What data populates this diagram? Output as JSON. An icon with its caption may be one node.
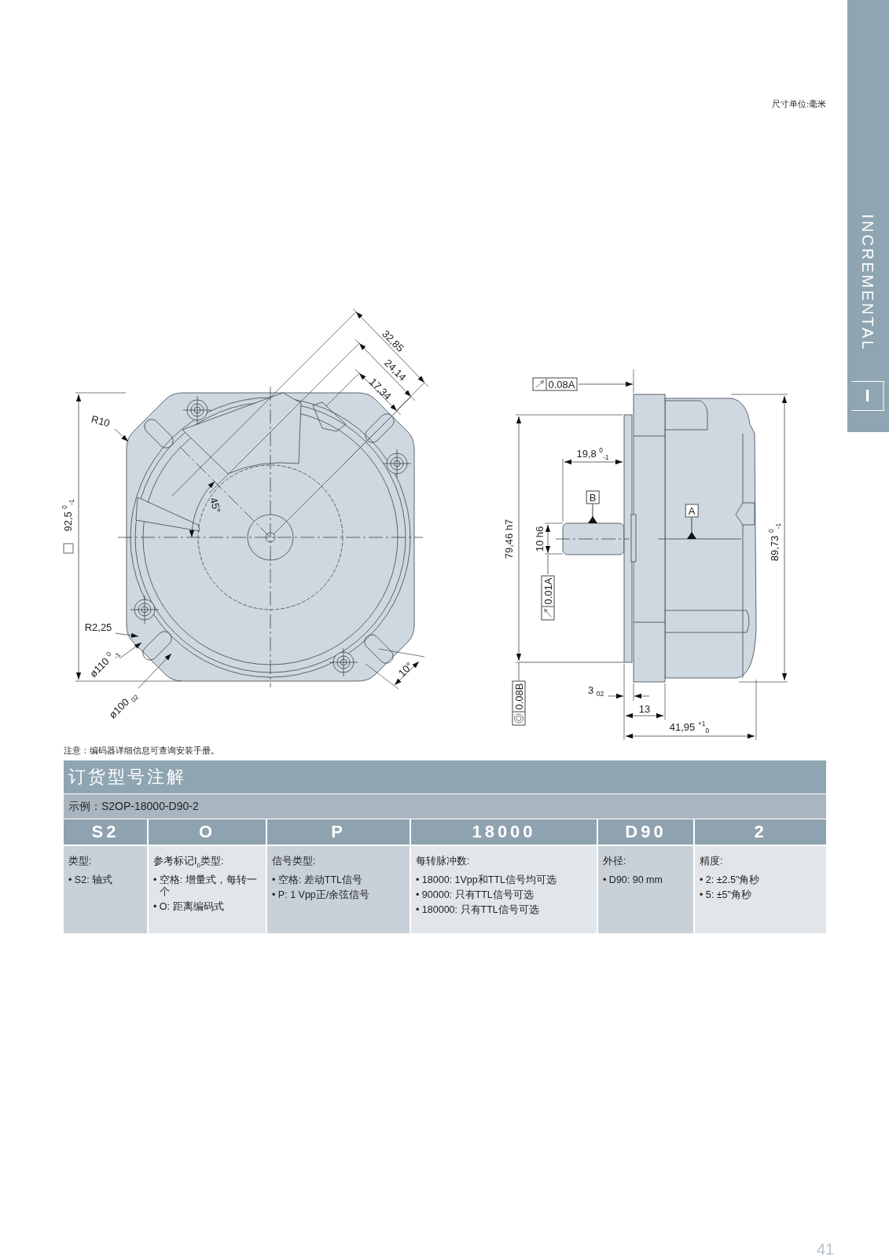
{
  "diagram": {
    "nodes": [
      {
        "text": [
          "R10"
        ]
      },
      {
        "text": [
          "R2,25"
        ]
      },
      {
        "text": [
          "ø110 $^{0}$$_{-1}$"
        ]
      },
      {
        "text": [
          "ø100 $_{02}$"
        ]
      },
      {
        "text": [
          "0.08A"
        ]
      },
      {
        "text": [
          "0.01A"
        ]
      },
      {
        "text": [
          "0.08B"
        ]
      },
      {
        "text": [],
        "shape": "picture"
      },
      {
        "text": [],
        "shape": "picture"
      }
    ],
    "edges": [
      {
        "from": 0,
        "to": 7,
        "arrow": "to"
      },
      {
        "from": 1,
        "to": 7,
        "arrow": "to"
      },
      {
        "from": 2,
        "to": 7,
        "arrow": "to"
      },
      {
        "from": 3,
        "to": 7,
        "arrow": "to"
      },
      {
        "from": 4,
        "to": 8,
        "arrow": "to"
      },
      {
        "from": 5,
        "to": 8,
        "arrow": "none"
      },
      {
        "from": 6,
        "to": 8,
        "arrow": "none"
      }
    ],
    "labels": [
      "尺寸单位:毫米",
      "INCREMENTAL",
      "I",
      "32,85",
      "24,14",
      "17,34",
      "45°",
      "92,5 $^{0}$$_{-1}$",
      "10°",
      "19,8 $^{0}$$_{-1}$",
      "B",
      "A",
      "79,46 h7",
      "10 h6",
      "89,73 $^{0}$$_{-1}$",
      "3 $_{02}$",
      "13",
      "41,95 $^{+1}$$_{0}$",
      "注意：编码器详细信息可查询安装手册。",
      "订货型号注解",
      "示例：S2OP-18000-D90-2",
      "S2",
      "O",
      "P",
      "18000",
      "D90",
      "2",
      "类型:",
      "• S2: 轴式",
      "参考标记I$_{0}$类型:",
      "• 空格: 增量式，每转一个",
      "• O: 距离编码式",
      "信号类型:",
      "• 空格: 差动TTL信号",
      "• P: 1 Vpp正/余弦信号",
      "每转脉冲数:",
      "• 18000: 1Vpp和TTL信号均可选",
      "• 90000: 只有TTL信号可选",
      "• 180000: 只有TTL信号可选",
      "外径:",
      "• D90: 90 mm",
      "精度:",
      "• 2: ±2.5\"角秒",
      "• 5: ±5\"角秒",
      "41"
    ]
  }
}
